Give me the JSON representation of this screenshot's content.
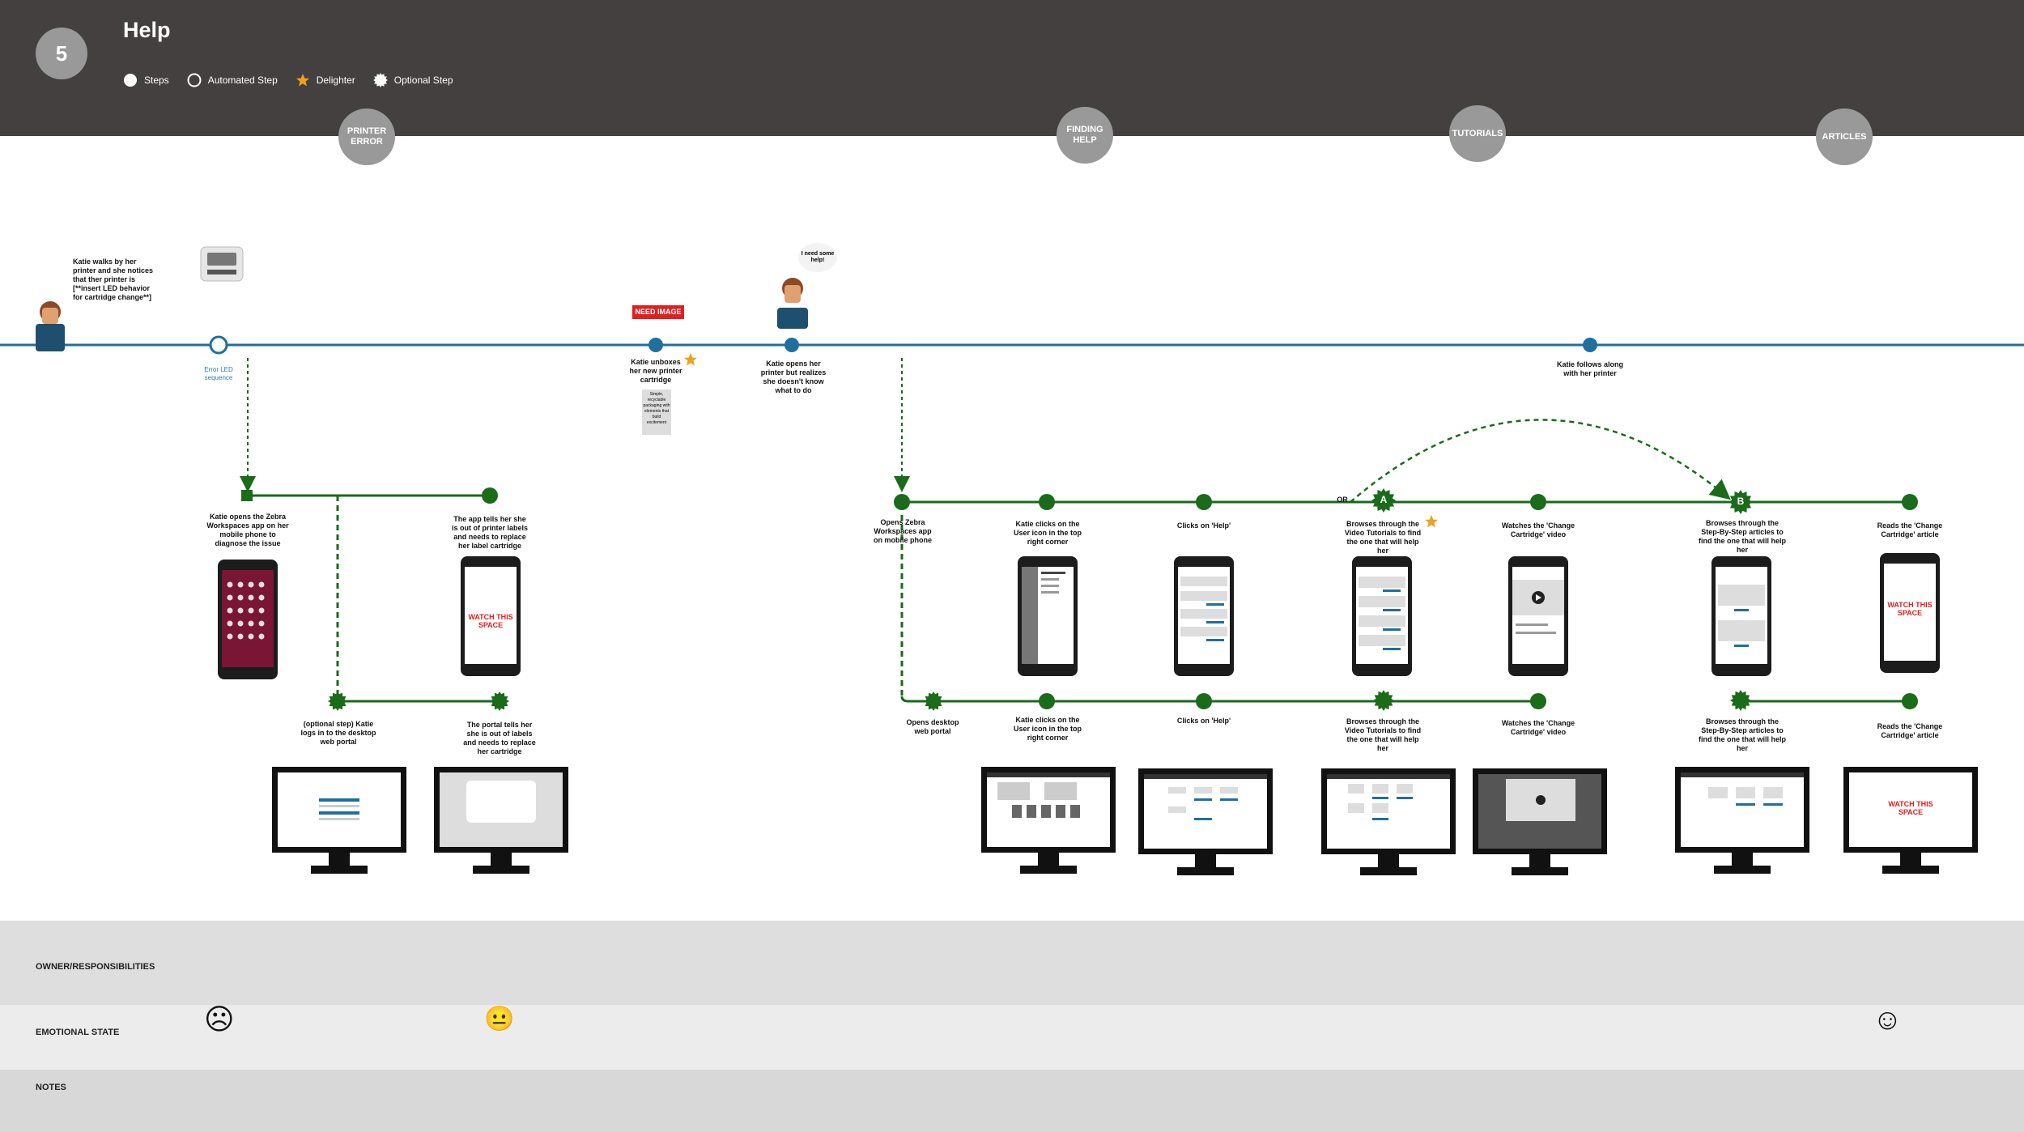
{
  "header": {
    "step_number": "5",
    "title": "Help",
    "legend": [
      {
        "icon": "filled-circle-icon",
        "label": "Steps"
      },
      {
        "icon": "hollow-circle-icon",
        "label": "Automated Step"
      },
      {
        "icon": "star-icon",
        "label": "Delighter"
      },
      {
        "icon": "gear-badge-icon",
        "label": "Optional Step"
      }
    ]
  },
  "stages": [
    {
      "label": "PRINTER ERROR"
    },
    {
      "label": "FINDING HELP"
    },
    {
      "label": "TUTORIALS"
    },
    {
      "label": "ARTICLES"
    }
  ],
  "timeline": {
    "intro_text": "Katie walks by her printer and she notices that ther printer is [**insert LED behavior for cartridge change**]",
    "error_led": "Error LED sequence",
    "need_image": "NEED IMAGE",
    "unbox": "Katie unboxes her new printer cartridge",
    "sticky_note": "Simple, recyclable packaging with elements that build excitement",
    "thought": "I need some help!",
    "opens_printer": "Katie opens her printer but realizes she doesn't know what to do",
    "follows_along": "Katie follows along with her printer"
  },
  "printer_error_flow": {
    "opens_app": "Katie opens the Zebra Workspaces app on her mobile phone to diagnose the issue",
    "app_tells": "The app tells her she is out of printer labels and needs to replace her label cartridge",
    "optional_login": "(optional step) Katie logs in to the desktop web portal",
    "portal_tells": "The portal tells her she is out of labels and needs to replace her cartridge",
    "watch_space": "WATCH THIS SPACE"
  },
  "mobile_flow": {
    "or_label": "OR",
    "branch_a": "A",
    "branch_b": "B",
    "steps": [
      "Opens Zebra Workspaces app on mobile phone",
      "Katie clicks on the User icon in the top right corner",
      "Clicks on 'Help'",
      "Browses through the Video Tutorials to find the one that will help her",
      "Watches the 'Change Cartridge' video",
      "Browses through the Step-By-Step articles to find the one that will help her",
      "Reads the 'Change Cartridge' article"
    ]
  },
  "desktop_flow": {
    "steps": [
      "Opens desktop web portal",
      "Katie clicks on the User icon in the top right corner",
      "Clicks on 'Help'",
      "Browses through the Video Tutorials to find the one that will help her",
      "Watches the 'Change Cartridge' video",
      "Browses through the Step-By-Step articles to find the one that will help her",
      "Reads the 'Change Cartridge' article"
    ]
  },
  "lanes": {
    "owner": "OWNER/RESPONSIBILITIES",
    "emotional": "EMOTIONAL STATE",
    "notes": "NOTES",
    "faces": [
      "☹",
      "😐",
      "☺"
    ]
  },
  "colors": {
    "header_bg": "#444040",
    "timeline_blue": "#1f6f9f",
    "flow_green": "#1a6b1a",
    "delighter_star": "#f0a020"
  }
}
